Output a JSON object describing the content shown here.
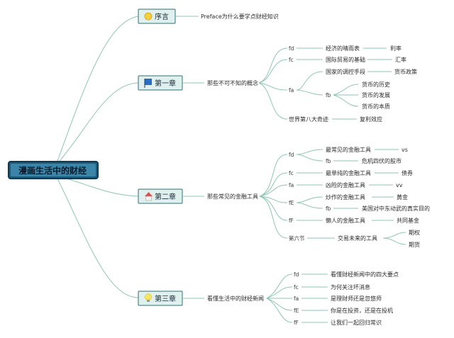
{
  "root": {
    "label": "漫画生活中的财经"
  },
  "preface": {
    "label": "序言",
    "icon": "sun-icon",
    "desc": "Preface为什么要学点财经知识"
  },
  "ch1": {
    "label": "第一章",
    "icon": "flag-icon",
    "topic": "那些不可不知的概念",
    "fd_tag": "fd",
    "fd_text": "经济的晴雨表",
    "fd_leaf": "利率",
    "fc_tag": "fc",
    "fc_text": "国际贸易的基础",
    "fc_leaf": "汇率",
    "fa_tag": "fa",
    "fa_text": "国家的调控手段",
    "fa_leaf": "货币政策",
    "fb_tag": "fb",
    "fb_items": [
      "货币的历史",
      "货币的发展",
      "货币的本质"
    ],
    "last_text": "世界第八大奇迹",
    "last_leaf": "复利效应"
  },
  "ch2": {
    "label": "第二章",
    "icon": "house-icon",
    "topic": "那些常见的金融工具",
    "fd_tag": "fd",
    "fd_text": "最常见的金融工具",
    "fd_leaf": "vs",
    "fd_fb_tag": "fb",
    "fd_fb_text": "危机四伏的股市",
    "fc_tag": "fc",
    "fc_text": "最单纯的金融工具",
    "fc_leaf": "债券",
    "fa_tag": "fa",
    "fa_text": "凶险的金融工具",
    "fa_leaf": "vv",
    "fe_tag": "fE",
    "fe_text": "炒作的金融工具",
    "fe_leaf": "黄金",
    "fe_fb_tag": "fb",
    "fe_fb_text": "美国对中东动武的真实目的",
    "ff_tag": "fF",
    "ff_text": "懒人的金融工具",
    "ff_leaf": "共同基金",
    "six_tag": "第六节",
    "six_text": "交易未来的工具",
    "six_leaves": [
      "期权",
      "期货"
    ]
  },
  "ch3": {
    "label": "第三章",
    "icon": "bulb-icon",
    "topic": "看懂生活中的财经新闻",
    "items": [
      {
        "tag": "fd",
        "text": "看懂财经新闻中的四大要点"
      },
      {
        "tag": "fc",
        "text": "为何关注坏消息"
      },
      {
        "tag": "fa",
        "text": "是理财师还是忽悠师"
      },
      {
        "tag": "fE",
        "text": "你是在投资，还是在投机"
      },
      {
        "tag": "fF",
        "text": "让我们一起回归常识"
      }
    ]
  },
  "colors": {
    "edge": "#8ec6b3",
    "chapter_fill": "#dff0ee",
    "root_fill": "#1e5a7a"
  }
}
